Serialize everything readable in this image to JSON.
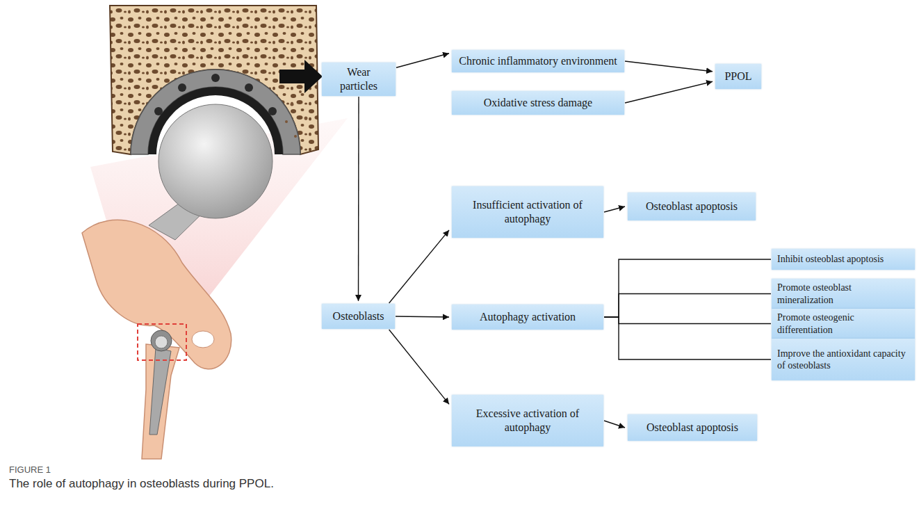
{
  "diagram": {
    "caption": "The role of autophagy in osteoblasts during PPOL.",
    "nodes": [
      {
        "text": [
          "Wear particles"
        ]
      },
      {
        "text": [
          "Chronic inflammatory environment"
        ]
      },
      {
        "text": [
          "Oxidative stress damage"
        ]
      },
      {
        "text": [
          "PPOL"
        ]
      },
      {
        "text": [
          "Osteoblasts"
        ]
      },
      {
        "text": [
          "Insufficient activation of autophagy"
        ]
      },
      {
        "text": [
          "Osteoblast apoptosis"
        ]
      },
      {
        "text": [
          "Autophagy activation"
        ]
      },
      {
        "text": [
          "Inhibit osteoblast apoptosis"
        ]
      },
      {
        "text": [
          "Promote osteoblast mineralization"
        ]
      },
      {
        "text": [
          "Promote osteogenic differentiation"
        ]
      },
      {
        "text": [
          "Improve the antioxidant capacity of osteoblasts"
        ]
      },
      {
        "text": [
          "Excessive activation of autophagy"
        ]
      },
      {
        "text": [
          "Osteoblast apoptosis"
        ]
      }
    ],
    "edges": [
      {
        "from": 0,
        "to": 1,
        "arrow": "to"
      },
      {
        "from": 1,
        "to": 3,
        "arrow": "to"
      },
      {
        "from": 2,
        "to": 3,
        "arrow": "to"
      },
      {
        "from": 0,
        "to": 4,
        "arrow": "to"
      },
      {
        "from": 4,
        "to": 5,
        "arrow": "to"
      },
      {
        "from": 4,
        "to": 7,
        "arrow": "to"
      },
      {
        "from": 4,
        "to": 12,
        "arrow": "to"
      },
      {
        "from": 5,
        "to": 6,
        "arrow": "to"
      },
      {
        "from": 7,
        "to": 8,
        "arrow": "none"
      },
      {
        "from": 7,
        "to": 9,
        "arrow": "none"
      },
      {
        "from": 7,
        "to": 10,
        "arrow": "none"
      },
      {
        "from": 7,
        "to": 11,
        "arrow": "none"
      },
      {
        "from": 12,
        "to": 13,
        "arrow": "to"
      }
    ],
    "labels": [
      "FIGURE 1"
    ]
  }
}
